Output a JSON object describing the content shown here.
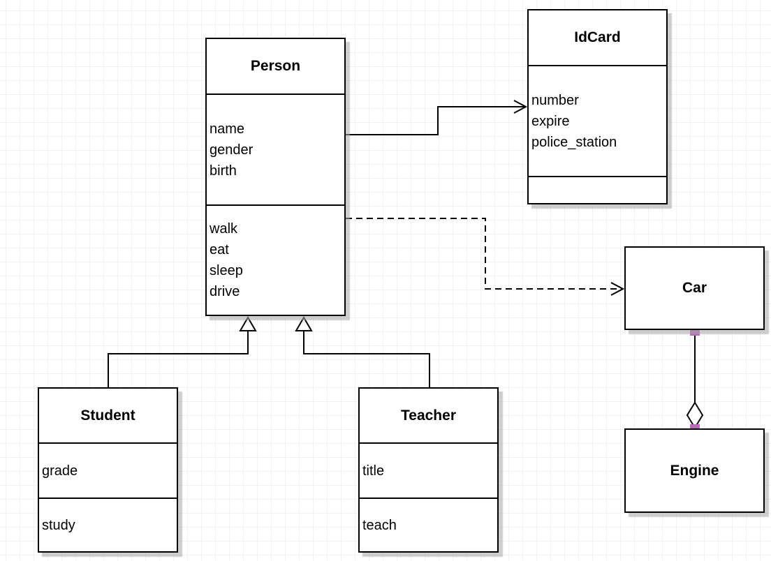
{
  "diagram_type": "uml-class-diagram",
  "classes": {
    "person": {
      "name": "Person",
      "attributes": [
        "name",
        "gender",
        "birth"
      ],
      "methods": [
        "walk",
        "eat",
        "sleep",
        "drive"
      ]
    },
    "idcard": {
      "name": "IdCard",
      "attributes": [
        "number",
        "expire",
        "police_station"
      ],
      "methods": []
    },
    "student": {
      "name": "Student",
      "attributes": [
        "grade"
      ],
      "methods": [
        "study"
      ]
    },
    "teacher": {
      "name": "Teacher",
      "attributes": [
        "title"
      ],
      "methods": [
        "teach"
      ]
    },
    "car": {
      "name": "Car"
    },
    "engine": {
      "name": "Engine"
    }
  },
  "relationships": [
    {
      "from": "Person",
      "to": "IdCard",
      "type": "association",
      "line": "solid",
      "arrow": "open-arrow"
    },
    {
      "from": "Person",
      "to": "Car",
      "type": "dependency",
      "line": "dashed",
      "arrow": "open-arrow"
    },
    {
      "from": "Student",
      "to": "Person",
      "type": "generalization",
      "line": "solid",
      "arrow": "hollow-triangle"
    },
    {
      "from": "Teacher",
      "to": "Person",
      "type": "generalization",
      "line": "solid",
      "arrow": "hollow-triangle"
    },
    {
      "from": "Engine",
      "to": "Car",
      "type": "aggregation",
      "line": "solid",
      "arrow": "hollow-diamond"
    }
  ],
  "colors": {
    "line": "#000000",
    "box_fill": "#ffffff",
    "shadow": "#a5a5a5",
    "grid_line": "#f2f2f2",
    "background": "#ffffff",
    "connection_handle": "#b969b9"
  }
}
